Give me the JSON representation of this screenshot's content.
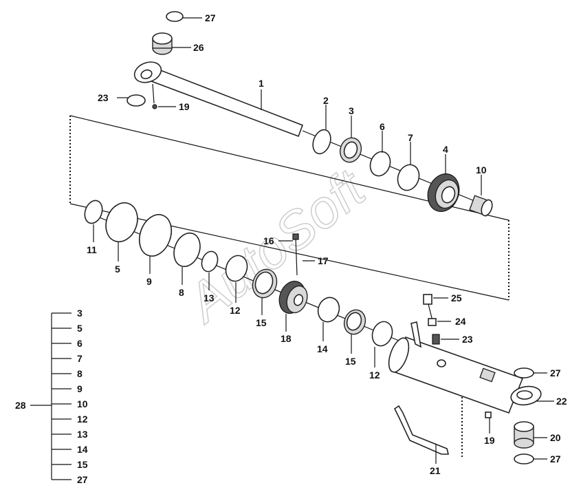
{
  "watermark": "AutoSoft",
  "callouts": {
    "c1": "1",
    "c2": "2",
    "c3a": "3",
    "c4": "4",
    "c5": "5",
    "c6": "6",
    "c7": "7",
    "c8": "8",
    "c9": "9",
    "c10": "10",
    "c11": "11",
    "c12a": "12",
    "c12b": "12",
    "c13": "13",
    "c14": "14",
    "c15a": "15",
    "c15b": "15",
    "c16": "16",
    "c17": "17",
    "c18": "18",
    "c19a": "19",
    "c19b": "19",
    "c20": "20",
    "c21": "21",
    "c22": "22",
    "c23a": "23",
    "c23b": "23",
    "c24": "24",
    "c25": "25",
    "c26": "26",
    "c27a": "27",
    "c27b": "27",
    "c27c": "27"
  },
  "kit": {
    "label": "28",
    "items": [
      "3",
      "5",
      "6",
      "7",
      "8",
      "9",
      "10",
      "12",
      "13",
      "14",
      "15",
      "27"
    ]
  }
}
